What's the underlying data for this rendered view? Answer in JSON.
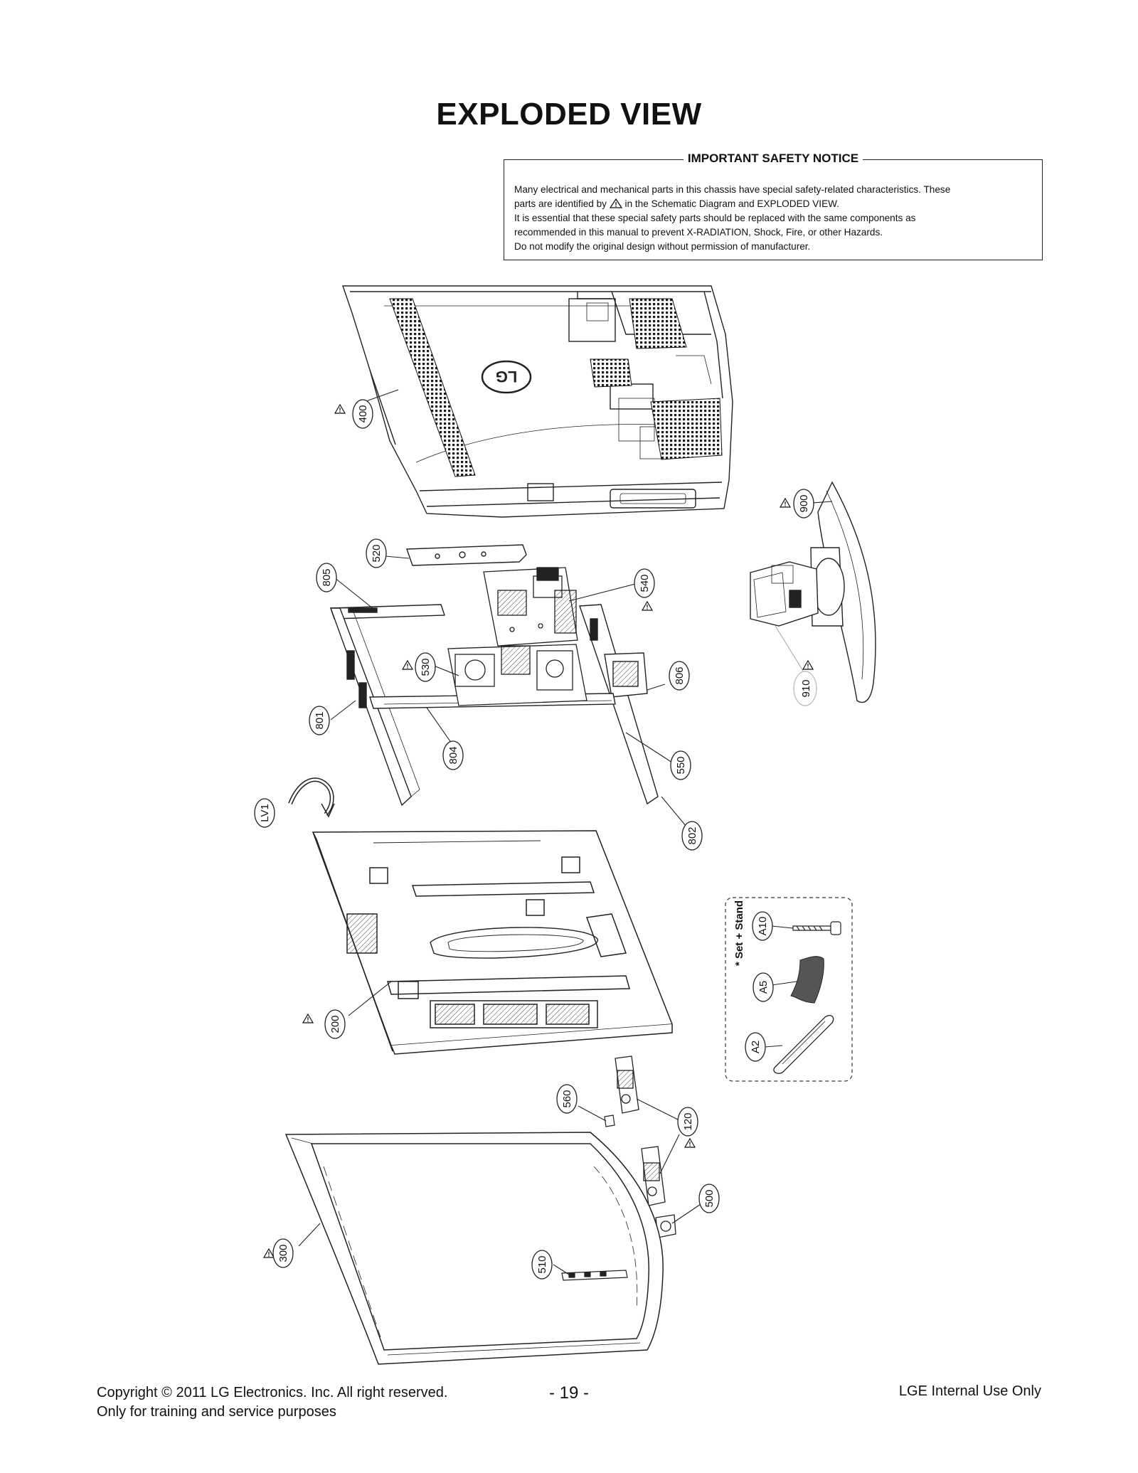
{
  "page": {
    "title": "EXPLODED VIEW"
  },
  "notice": {
    "title": "IMPORTANT SAFETY NOTICE",
    "line1": "Many electrical and mechanical parts in this chassis have special safety-related characteristics. These",
    "line2_before": "parts are identified by",
    "line2_after": "in the Schematic Diagram and EXPLODED VIEW.",
    "line3": "It is essential that these special safety parts should be replaced with the same components as",
    "line4": "recommended in this manual to prevent X-RADIATION, Shock, Fire, or other Hazards.",
    "line5": "Do not modify the original design without permission of manufacturer."
  },
  "callouts": {
    "c400": "400",
    "c900": "900",
    "c910": "910",
    "c520": "520",
    "c805": "805",
    "c540": "540",
    "c530": "530",
    "c806": "806",
    "c801": "801",
    "c804": "804",
    "c550": "550",
    "c802": "802",
    "cLV1": "LV1",
    "c200": "200",
    "cA10": "A10",
    "cA5": "A5",
    "cA2": "A2",
    "c560": "560",
    "c120": "120",
    "c500": "500",
    "c510": "510",
    "c300": "300"
  },
  "accessory_group_label": "* Set + Stand",
  "logo_text": "LG",
  "footer": {
    "copyright": "Copyright  © 2011  LG Electronics. Inc. All right reserved.",
    "purpose": "Only for training and service purposes",
    "page_number": "- 19 -",
    "internal": "LGE Internal Use Only"
  }
}
